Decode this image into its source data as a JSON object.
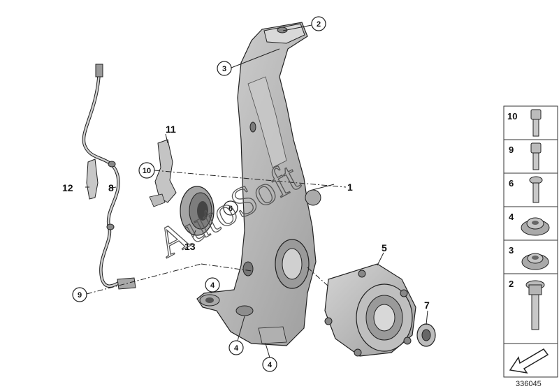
{
  "watermark": "AutoSoft",
  "document_number": "336045",
  "callouts": {
    "c1": "1",
    "c2": "2",
    "c3": "3",
    "c4a": "4",
    "c4b": "4",
    "c4c": "4",
    "c5": "5",
    "c6": "6",
    "c7": "7",
    "c8": "8",
    "c9": "9",
    "c10": "10",
    "c11": "11",
    "c12": "12",
    "c13": "13"
  },
  "panel": {
    "p10": "10",
    "p9": "9",
    "p6": "6",
    "p4": "4",
    "p3": "3",
    "p2": "2"
  },
  "colors": {
    "part": "#bcbcbc",
    "outline": "#222222",
    "cell_border": "#333333"
  }
}
